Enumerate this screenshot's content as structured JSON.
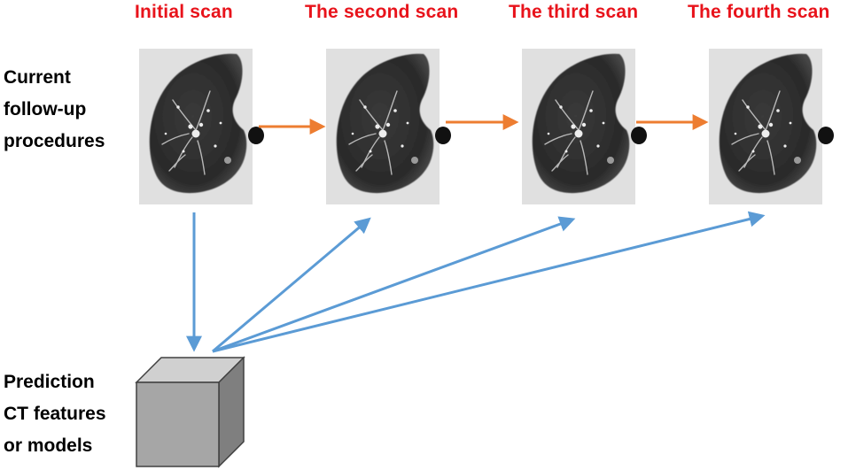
{
  "scans": [
    {
      "title": "Initial scan"
    },
    {
      "title": "The second scan"
    },
    {
      "title": "The third scan"
    },
    {
      "title": "The fourth scan"
    }
  ],
  "rows": {
    "current": {
      "lines": [
        "Current",
        "follow-up",
        "procedures"
      ]
    },
    "prediction": {
      "lines": [
        "Prediction",
        "CT features",
        "or models"
      ]
    }
  },
  "colors": {
    "title_red": "#e8131b",
    "sequence_arrow": "#ed7d31",
    "prediction_arrow": "#5b9bd5",
    "cube_front": "#a6a6a6",
    "cube_top": "#d0d0d0",
    "cube_side": "#7f7f7f"
  }
}
